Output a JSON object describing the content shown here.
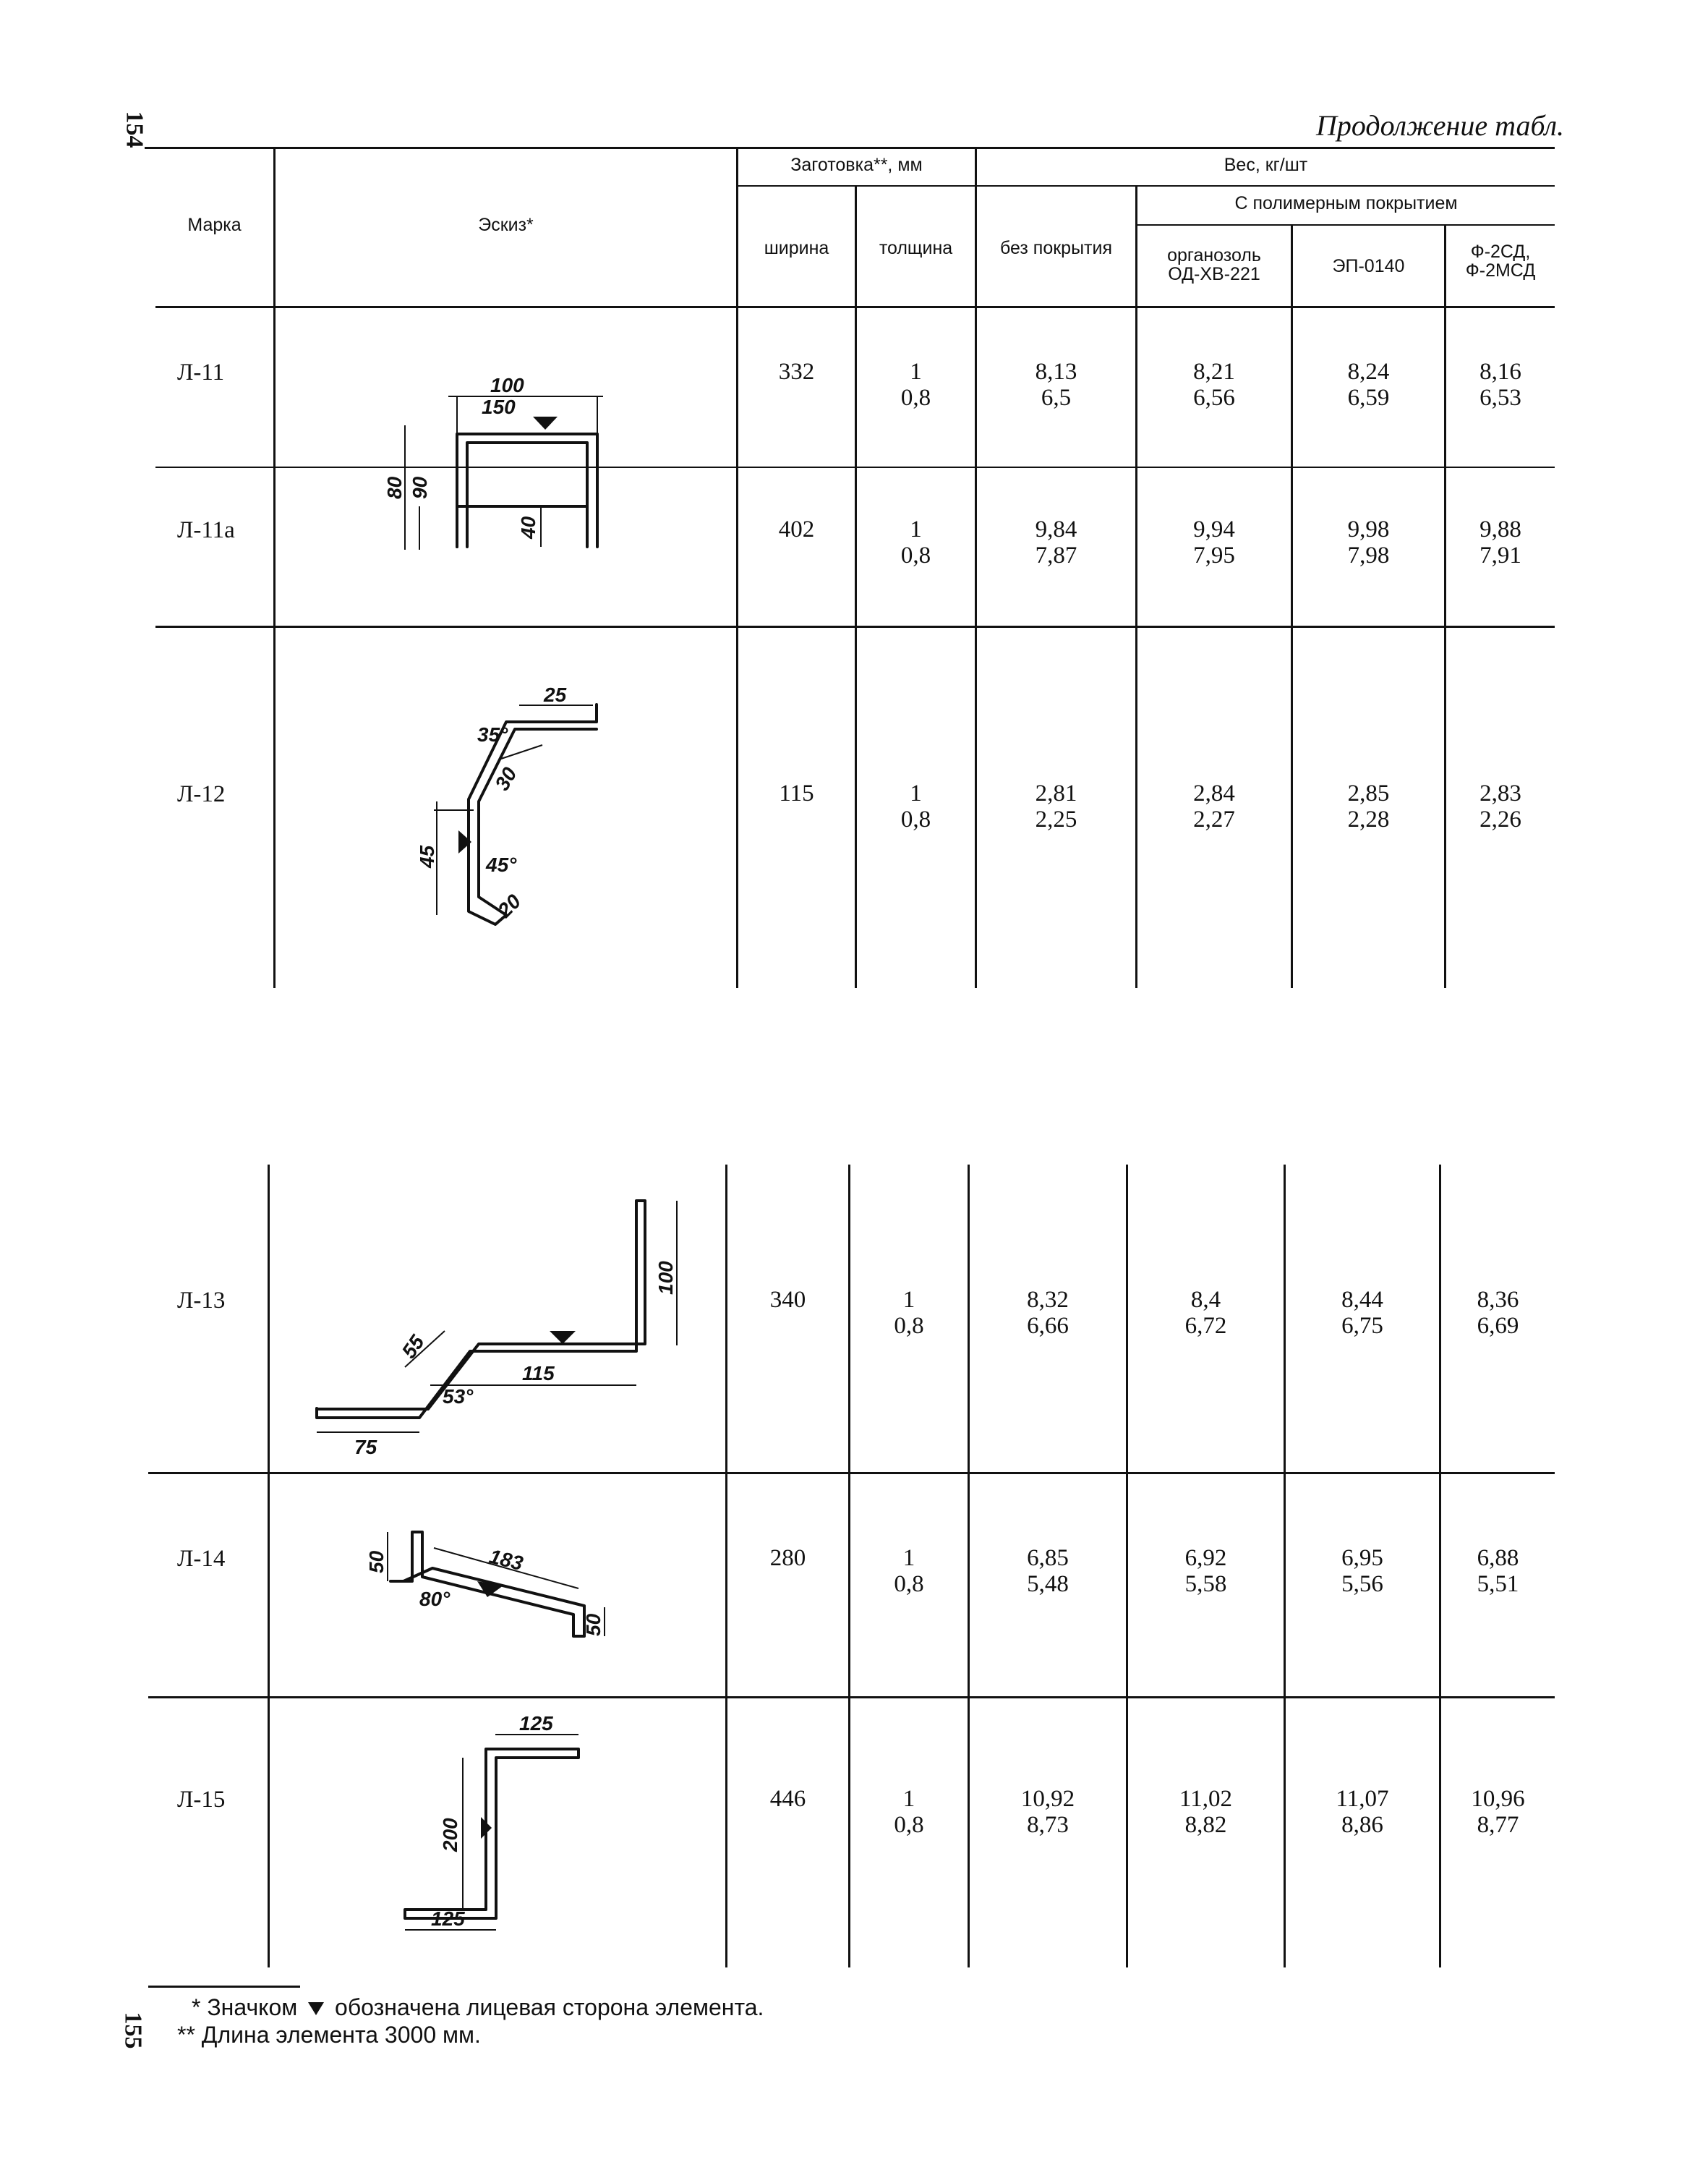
{
  "page": {
    "page_number_top": "154",
    "page_number_bottom": "155",
    "continuation": "Продолжение табл."
  },
  "table": {
    "headers": {
      "mark": "Марка",
      "sketch": "Эскиз*",
      "blank": "Заготовка**, мм",
      "width": "ширина",
      "thickness": "толщина",
      "weight": "Вес, кг/шт",
      "no_coating": "без покрытия",
      "polymer": "С полимерным покрытием",
      "organozol_1": "органозоль",
      "organozol_2": "ОД-ХВ-221",
      "ep": "ЭП-0140",
      "f2sd_1": "Ф-2СД,",
      "f2sd_2": "Ф-2МСД"
    },
    "rows": [
      {
        "mark": "Л-11",
        "width": "332",
        "thickness": "1\n0,8",
        "no_coating": "8,13\n6,5",
        "organozol": "8,21\n6,56",
        "ep": "8,24\n6,59",
        "f2": "8,16\n6,53"
      },
      {
        "mark": "Л-11а",
        "width": "402",
        "thickness": "1\n0,8",
        "no_coating": "9,84\n7,87",
        "organozol": "9,94\n7,95",
        "ep": "9,98\n7,98",
        "f2": "9,88\n7,91"
      },
      {
        "mark": "Л-12",
        "width": "115",
        "thickness": "1\n0,8",
        "no_coating": "2,81\n2,25",
        "organozol": "2,84\n2,27",
        "ep": "2,85\n2,28",
        "f2": "2,83\n2,26"
      },
      {
        "mark": "Л-13",
        "width": "340",
        "thickness": "1\n0,8",
        "no_coating": "8,32\n6,66",
        "organozol": "8,4\n6,72",
        "ep": "8,44\n6,75",
        "f2": "8,36\n6,69"
      },
      {
        "mark": "Л-14",
        "width": "280",
        "thickness": "1\n0,8",
        "no_coating": "6,85\n5,48",
        "organozol": "6,92\n5,58",
        "ep": "6,95\n5,56",
        "f2": "6,88\n5,51"
      },
      {
        "mark": "Л-15",
        "width": "446",
        "thickness": "1\n0,8",
        "no_coating": "10,92\n8,73",
        "organozol": "11,02\n8,82",
        "ep": "11,07\n8,86",
        "f2": "10,96\n8,77"
      }
    ]
  },
  "sketch_dims": {
    "l11": {
      "a": "100",
      "b": "150",
      "c": "80",
      "d": "90",
      "e": "40"
    },
    "l12": {
      "a": "25",
      "b": "35°",
      "c": "30",
      "d": "45",
      "e": "45°",
      "f": "20"
    },
    "l13": {
      "a": "100",
      "b": "55",
      "c": "115",
      "d": "53°",
      "e": "75"
    },
    "l14": {
      "a": "50",
      "b": "183",
      "c": "80°",
      "d": "50"
    },
    "l15": {
      "a": "125",
      "b": "200",
      "c": "125"
    }
  },
  "footnotes": {
    "note1_before": "* Значком",
    "note1_after": "обозначена лицевая сторона элемента.",
    "note2": "** Длина элемента 3000 мм."
  }
}
